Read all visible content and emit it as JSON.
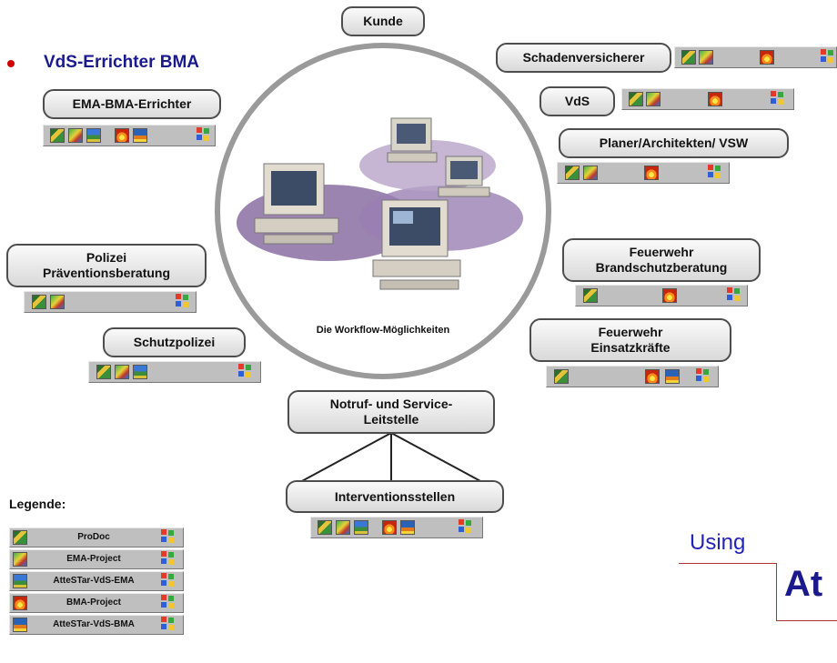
{
  "bullet": {
    "text": "VdS-Errichter BMA"
  },
  "center": {
    "caption": "Die Workflow-Möglichkeiten"
  },
  "nodes": {
    "kunde": "Kunde",
    "schadenversicherer": "Schadenversicherer",
    "vds": "VdS",
    "planer": "Planer/Architekten/ VSW",
    "ema_bma": "EMA-BMA-Errichter",
    "polizei_line1": "Polizei",
    "polizei_line2": "Präventionsberatung",
    "schutzpolizei": "Schutzpolizei",
    "feuerwehr_bs_line1": "Feuerwehr",
    "feuerwehr_bs_line2": "Brandschutzberatung",
    "feuerwehr_ek_line1": "Feuerwehr",
    "feuerwehr_ek_line2": "Einsatzkräfte",
    "notruf_line1": "Notruf- und Service-",
    "notruf_line2": "Leitstelle",
    "intervention": "Interventionsstellen"
  },
  "legend": {
    "title": "Legende:",
    "items": [
      {
        "label": "ProDoc",
        "icon": "prodoc-icon"
      },
      {
        "label": "EMA-Project",
        "icon": "ema-project-icon"
      },
      {
        "label": "AtteSTar-VdS-EMA",
        "icon": "attestar-vds-ema-icon"
      },
      {
        "label": "BMA-Project",
        "icon": "bma-project-icon"
      },
      {
        "label": "AtteSTar-VdS-BMA",
        "icon": "attestar-vds-bma-icon"
      }
    ]
  },
  "using": {
    "text": "Using",
    "brand_partial": "At"
  },
  "colors": {
    "bullet": "#d00000",
    "heading": "#1a1a8c",
    "using": "#2424b8",
    "ring": "#9a9a9a",
    "box_border": "#4d4d4d",
    "toolbar": "#bfbfbf"
  }
}
